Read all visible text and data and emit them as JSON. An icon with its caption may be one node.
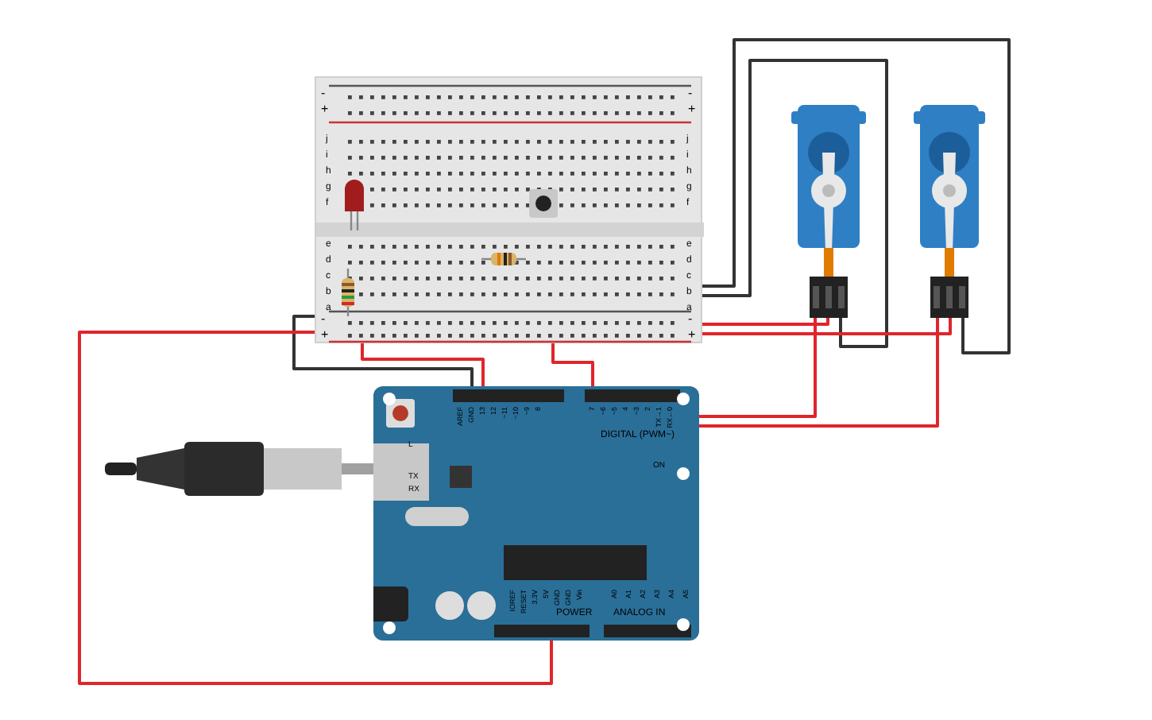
{
  "diagram": {
    "nodes": [
      {
        "text": [
          "-",
          "-",
          "+",
          "+",
          "j",
          "j",
          "i",
          "i",
          "h",
          "h",
          "g",
          "g",
          "f",
          "f",
          "e",
          "e",
          "d",
          "d",
          "c",
          "c",
          "b",
          "b",
          "a",
          "a",
          "-",
          "-",
          "+",
          "+"
        ]
      },
      {
        "text": [],
        "shape": "picture",
        "in": 0
      },
      {
        "text": [],
        "shape": "picture",
        "in": 0
      },
      {
        "text": [],
        "shape": "picture",
        "in": 0
      },
      {
        "text": [],
        "shape": "picture",
        "in": 0
      },
      {
        "text": [],
        "shape": "picture"
      },
      {
        "text": [],
        "shape": "picture"
      },
      {
        "text": [],
        "shape": "picture"
      },
      {
        "text": [
          "AREF",
          "GND",
          "13",
          "12",
          "~11",
          "~10",
          "~9",
          "8",
          "7",
          "~6",
          "~5",
          "4",
          "~3",
          "2",
          "TX→1",
          "RX←0",
          "DIGITAL (PWM~)",
          "L",
          "TX",
          "RX",
          "ON",
          "IOREF",
          "RESET",
          "3.3V",
          "5V",
          "GND",
          "GND",
          "Vin",
          "POWER",
          "ANALOG IN",
          "A0",
          "A1",
          "A2",
          "A3",
          "A4",
          "A5"
        ]
      }
    ],
    "edges": [
      {
        "from": 8,
        "to": 0,
        "arrow": "none",
        "color": "#333333"
      },
      {
        "from": 8,
        "to": 0,
        "arrow": "none"
      },
      {
        "from": 8,
        "to": 0,
        "arrow": "none"
      },
      {
        "from": 8,
        "to": 0,
        "arrow": "none"
      },
      {
        "from": 8,
        "to": 5,
        "arrow": "none"
      },
      {
        "from": 8,
        "to": 6,
        "arrow": "none"
      },
      {
        "from": 0,
        "to": 5,
        "arrow": "none"
      },
      {
        "from": 0,
        "to": 5,
        "arrow": "none",
        "color": "#333333"
      },
      {
        "from": 0,
        "to": 6,
        "arrow": "none"
      },
      {
        "from": 0,
        "to": 6,
        "arrow": "none",
        "color": "#333333"
      },
      {
        "from": 7,
        "to": 8,
        "arrow": "none",
        "style": "thick",
        "color": "#a0a0a0"
      }
    ]
  }
}
